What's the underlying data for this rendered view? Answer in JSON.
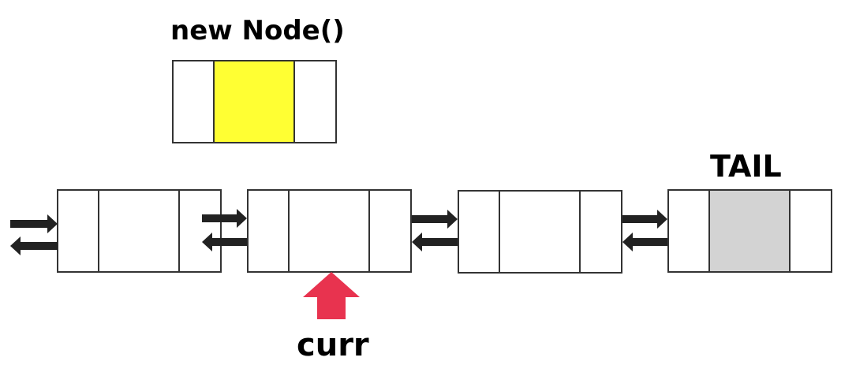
{
  "labels": {
    "new_node": "new Node()",
    "tail": "TAIL",
    "curr": "curr"
  },
  "new_node": {
    "data_cell_color": "#FFFF33"
  },
  "list": {
    "nodes": [
      {
        "id": "node-1",
        "data_cell_color": "#FFFFFF"
      },
      {
        "id": "node-2",
        "data_cell_color": "#FFFFFF",
        "pointer": "curr"
      },
      {
        "id": "node-3",
        "data_cell_color": "#FFFFFF"
      },
      {
        "id": "node-4",
        "data_cell_color": "#D3D3D3",
        "pointer": "TAIL"
      }
    ]
  },
  "colors": {
    "border": "#333333",
    "link_arrow": "#222222",
    "curr_arrow": "#E8334F",
    "new_node_fill": "#FFFF33",
    "tail_fill": "#D3D3D3"
  },
  "icons": {
    "forward_link": "right-arrow-icon",
    "backward_link": "left-arrow-icon",
    "curr_pointer": "up-arrow-icon"
  }
}
